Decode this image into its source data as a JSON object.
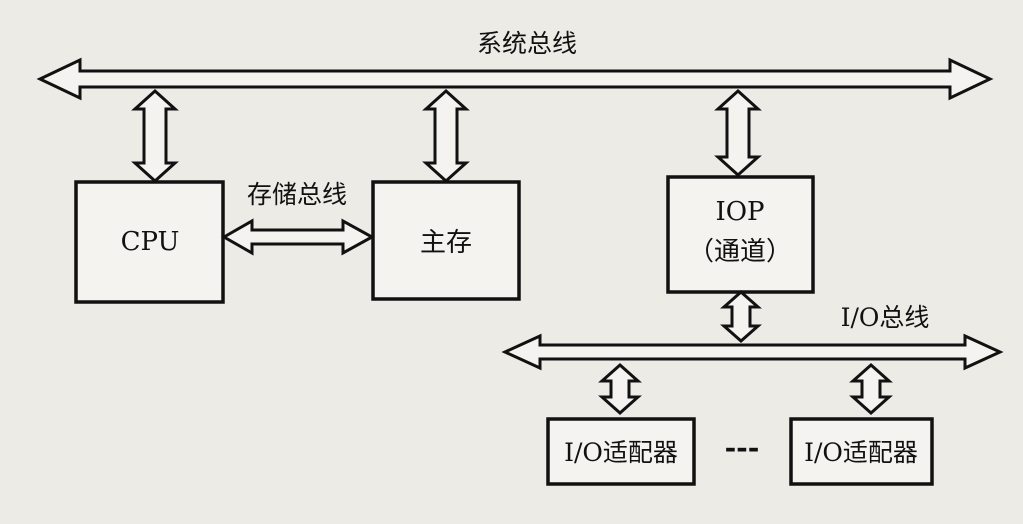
{
  "system_bus": {
    "label": "系统总线"
  },
  "memory_bus": {
    "label": "存储总线"
  },
  "io_bus": {
    "label": "I/O总线"
  },
  "cpu": {
    "label": "CPU"
  },
  "main_memory": {
    "label": "主存"
  },
  "iop": {
    "label": "IOP",
    "sublabel": "（通道）"
  },
  "io_adapters": [
    {
      "label": "I/O适配器"
    },
    {
      "label": "I/O适配器"
    }
  ],
  "ellipsis": "---",
  "colors": {
    "stroke": "#111111",
    "fill": "#f4f3ef",
    "background": "#ecebe6"
  }
}
